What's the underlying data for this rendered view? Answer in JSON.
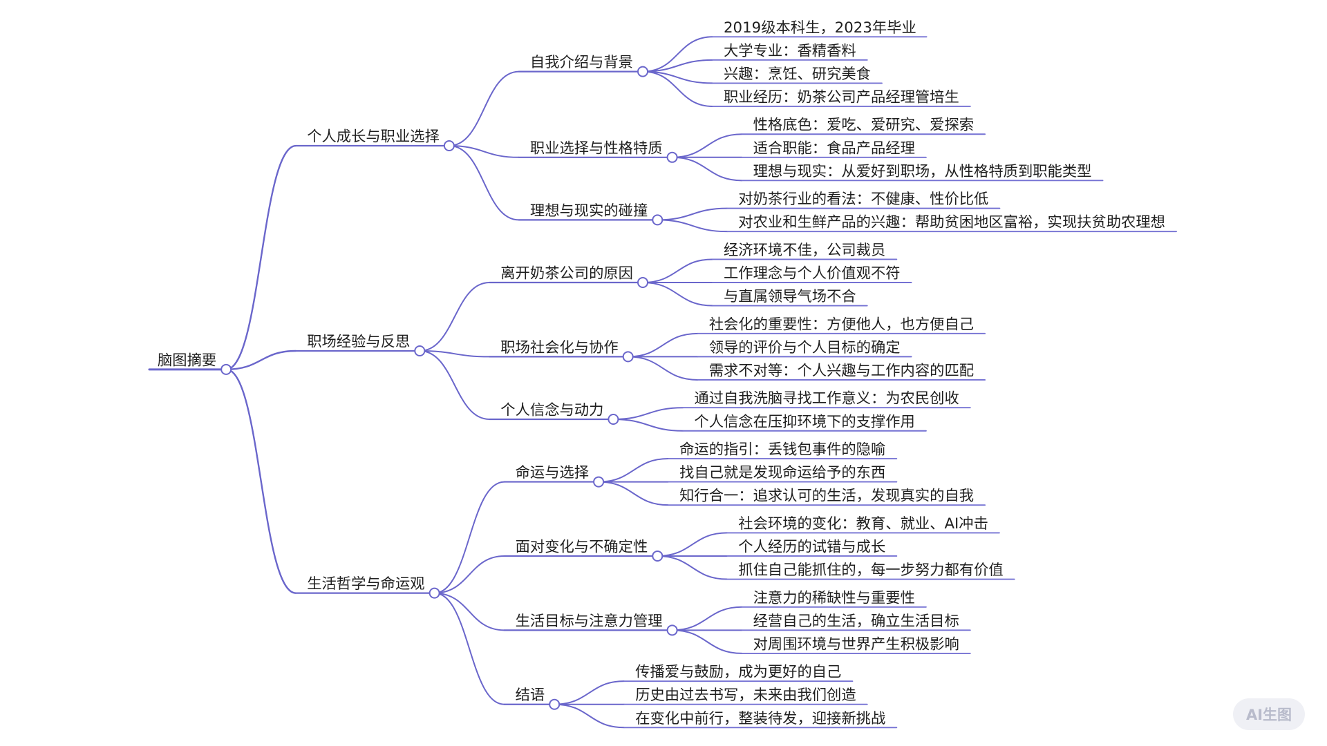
{
  "mindmap": {
    "label": "脑图摘要",
    "children": [
      {
        "label": "个人成长与职业选择",
        "children": [
          {
            "label": "自我介绍与背景",
            "children": [
              {
                "label": "2019级本科生，2023年毕业"
              },
              {
                "label": "大学专业：香精香料"
              },
              {
                "label": "兴趣：烹饪、研究美食"
              },
              {
                "label": "职业经历：奶茶公司产品经理管培生"
              }
            ]
          },
          {
            "label": "职业选择与性格特质",
            "children": [
              {
                "label": "性格底色：爱吃、爱研究、爱探索"
              },
              {
                "label": "适合职能：食品产品经理"
              },
              {
                "label": "理想与现实：从爱好到职场，从性格特质到职能类型"
              }
            ]
          },
          {
            "label": "理想与现实的碰撞",
            "children": [
              {
                "label": "对奶茶行业的看法：不健康、性价比低"
              },
              {
                "label": "对农业和生鲜产品的兴趣：帮助贫困地区富裕，实现扶贫助农理想"
              }
            ]
          }
        ]
      },
      {
        "label": "职场经验与反思",
        "children": [
          {
            "label": "离开奶茶公司的原因",
            "children": [
              {
                "label": "经济环境不佳，公司裁员"
              },
              {
                "label": "工作理念与个人价值观不符"
              },
              {
                "label": "与直属领导气场不合"
              }
            ]
          },
          {
            "label": "职场社会化与协作",
            "children": [
              {
                "label": "社会化的重要性：方便他人，也方便自己"
              },
              {
                "label": "领导的评价与个人目标的确定"
              },
              {
                "label": "需求不对等：个人兴趣与工作内容的匹配"
              }
            ]
          },
          {
            "label": "个人信念与动力",
            "children": [
              {
                "label": "通过自我洗脑寻找工作意义：为农民创收"
              },
              {
                "label": "个人信念在压抑环境下的支撑作用"
              }
            ]
          }
        ]
      },
      {
        "label": "生活哲学与命运观",
        "children": [
          {
            "label": "命运与选择",
            "children": [
              {
                "label": "命运的指引：丢钱包事件的隐喻"
              },
              {
                "label": "找自己就是发现命运给予的东西"
              },
              {
                "label": "知行合一：追求认可的生活，发现真实的自我"
              }
            ]
          },
          {
            "label": "面对变化与不确定性",
            "children": [
              {
                "label": "社会环境的变化：教育、就业、AI冲击"
              },
              {
                "label": "个人经历的试错与成长"
              },
              {
                "label": "抓住自己能抓住的，每一步努力都有价值"
              }
            ]
          },
          {
            "label": "生活目标与注意力管理",
            "children": [
              {
                "label": "注意力的稀缺性与重要性"
              },
              {
                "label": "经营自己的生活，确立生活目标"
              },
              {
                "label": "对周围环境与世界产生积极影响"
              }
            ]
          },
          {
            "label": "结语",
            "children": [
              {
                "label": "传播爱与鼓励，成为更好的自己"
              },
              {
                "label": "历史由过去书写，未来由我们创造"
              },
              {
                "label": "在变化中前行，整装待发，迎接新挑战"
              }
            ]
          }
        ]
      }
    ]
  },
  "ai_button": {
    "label": "AI生图"
  },
  "colors": {
    "link": "#6a66cb",
    "leaf_line": "#7471d3",
    "node_fill": "#ffffff",
    "text": "#1f1f1f",
    "button_bg": "#eff0f5",
    "button_text": "#b8bbcb"
  }
}
